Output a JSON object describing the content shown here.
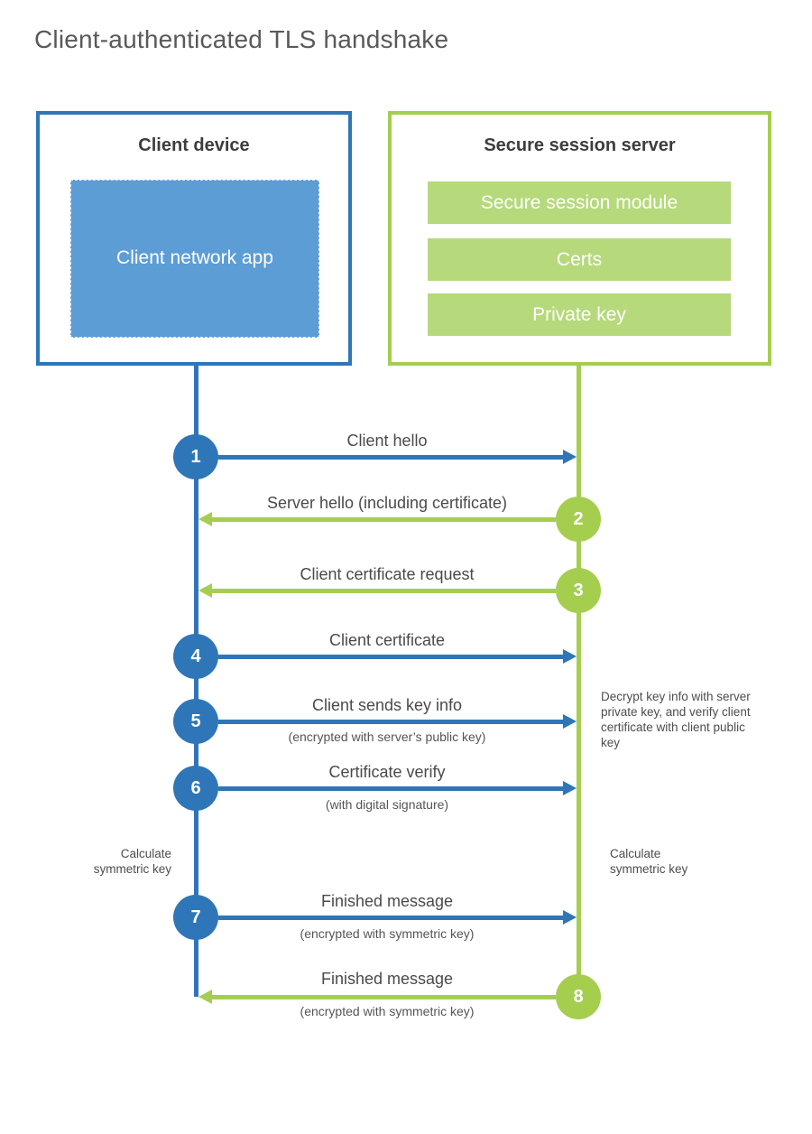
{
  "title": "Client-authenticated TLS handshake",
  "colors": {
    "blue": "#2f76b8",
    "blue_fill": "#5d9dd5",
    "green": "#a5ce4f",
    "green_fill": "#b6d97c"
  },
  "client_box": {
    "heading": "Client device",
    "app_label": "Client network app"
  },
  "server_box": {
    "heading": "Secure session server",
    "modules": [
      "Secure session module",
      "Certs",
      "Private key"
    ]
  },
  "messages": [
    {
      "num": "1",
      "from": "client",
      "to": "server",
      "label": "Client hello",
      "sublabel": ""
    },
    {
      "num": "2",
      "from": "server",
      "to": "client",
      "label": "Server hello (including certificate)",
      "sublabel": ""
    },
    {
      "num": "3",
      "from": "server",
      "to": "client",
      "label": "Client certificate request",
      "sublabel": ""
    },
    {
      "num": "4",
      "from": "client",
      "to": "server",
      "label": "Client certificate",
      "sublabel": ""
    },
    {
      "num": "5",
      "from": "client",
      "to": "server",
      "label": "Client sends key info",
      "sublabel": "(encrypted with server’s public key)"
    },
    {
      "num": "6",
      "from": "client",
      "to": "server",
      "label": "Certificate verify",
      "sublabel": "(with digital signature)"
    },
    {
      "num": "7",
      "from": "client",
      "to": "server",
      "label": "Finished message",
      "sublabel": "(encrypted with symmetric key)"
    },
    {
      "num": "8",
      "from": "server",
      "to": "client",
      "label": "Finished message",
      "sublabel": "(encrypted with symmetric key)"
    }
  ],
  "notes": {
    "decrypt": "Decrypt key info with server private key, and verify client certificate with client public key",
    "calc_left": "Calculate symmetric key",
    "calc_right": "Calculate symmetric key"
  }
}
